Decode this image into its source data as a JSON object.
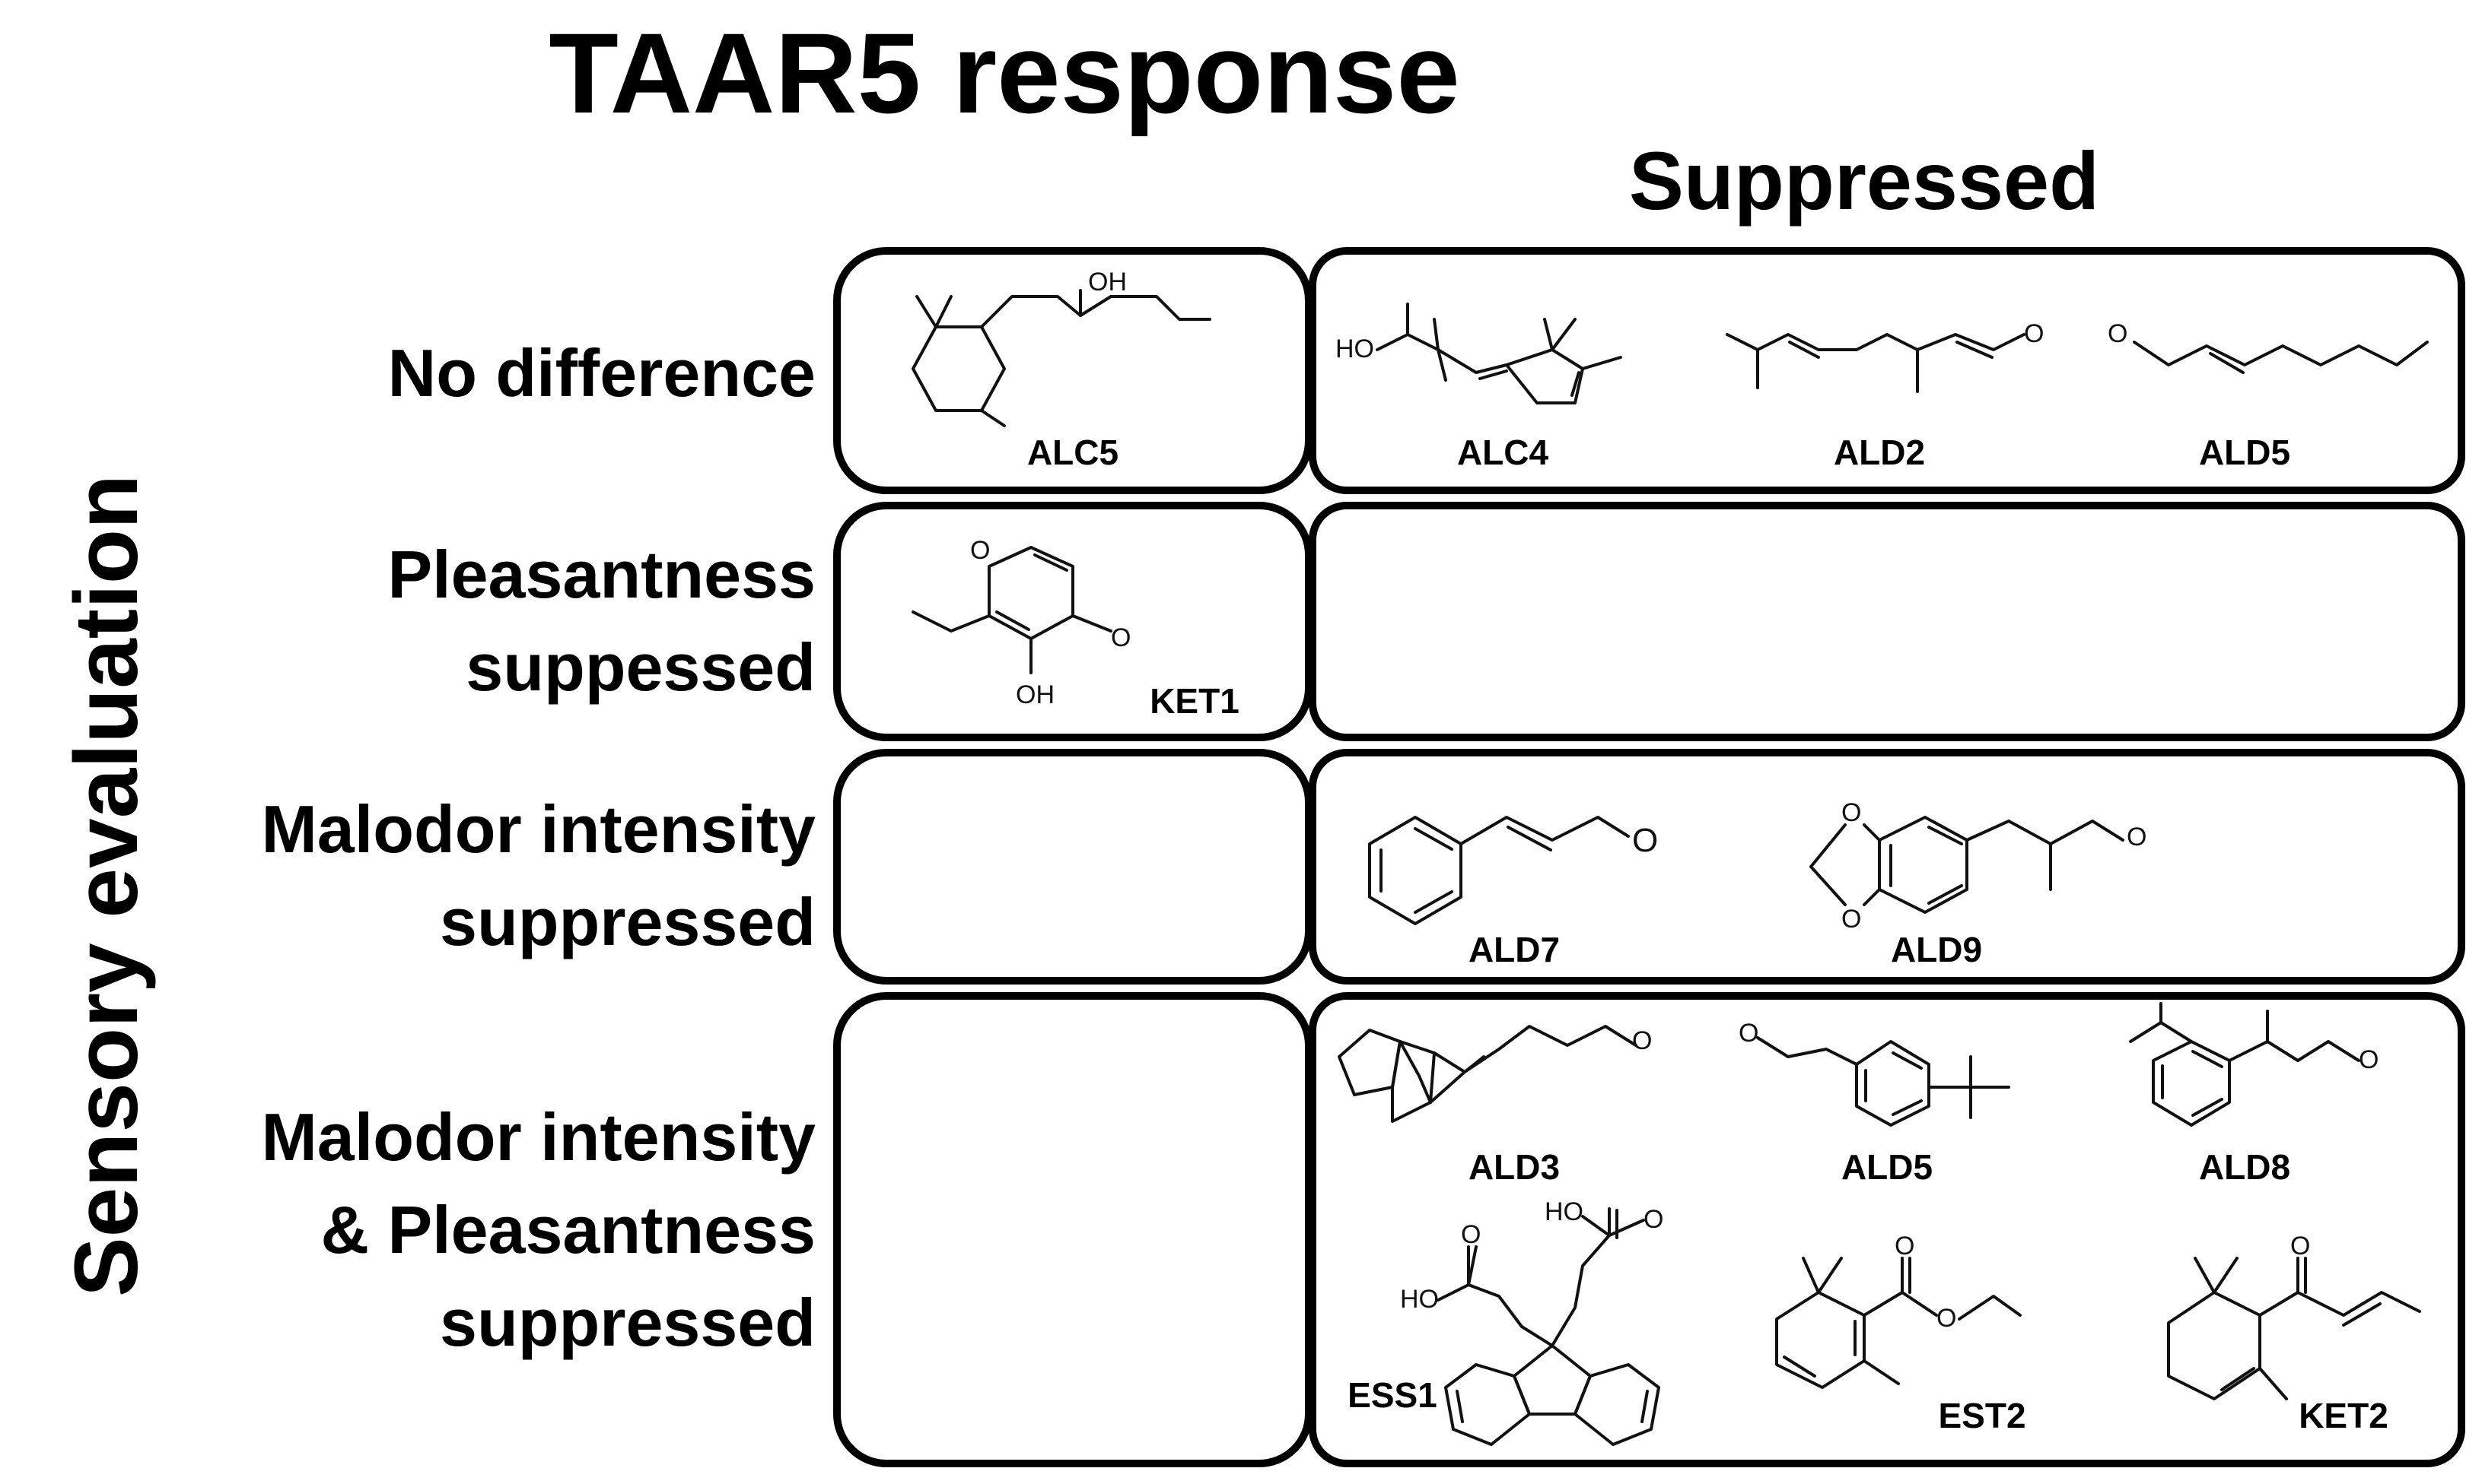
{
  "title": "TAAR5 response",
  "subtitle": "Suppressed",
  "y_axis_label": "Sensory evaluation",
  "rows": [
    {
      "label_line1": "No difference",
      "label_line2": ""
    },
    {
      "label_line1": "Pleasantness",
      "label_line2": "suppessed"
    },
    {
      "label_line1": "Malodor intensity",
      "label_line2": "suppressed"
    },
    {
      "label_line1": "Malodor intensity",
      "label_line2": "& Pleasantness",
      "label_line3": "suppressed"
    }
  ],
  "compounds": {
    "alc5": "ALC5",
    "alc4": "ALC4",
    "ald2": "ALD2",
    "ald5a": "ALD5",
    "ket1": "KET1",
    "ald7": "ALD7",
    "ald9": "ALD9",
    "ald3": "ALD3",
    "ald5b": "ALD5",
    "ald8": "ALD8",
    "ess1": "ESS1",
    "est2": "EST2",
    "ket2": "KET2"
  },
  "atom_labels": {
    "oh": "OH",
    "ho": "HO",
    "o": "O"
  }
}
